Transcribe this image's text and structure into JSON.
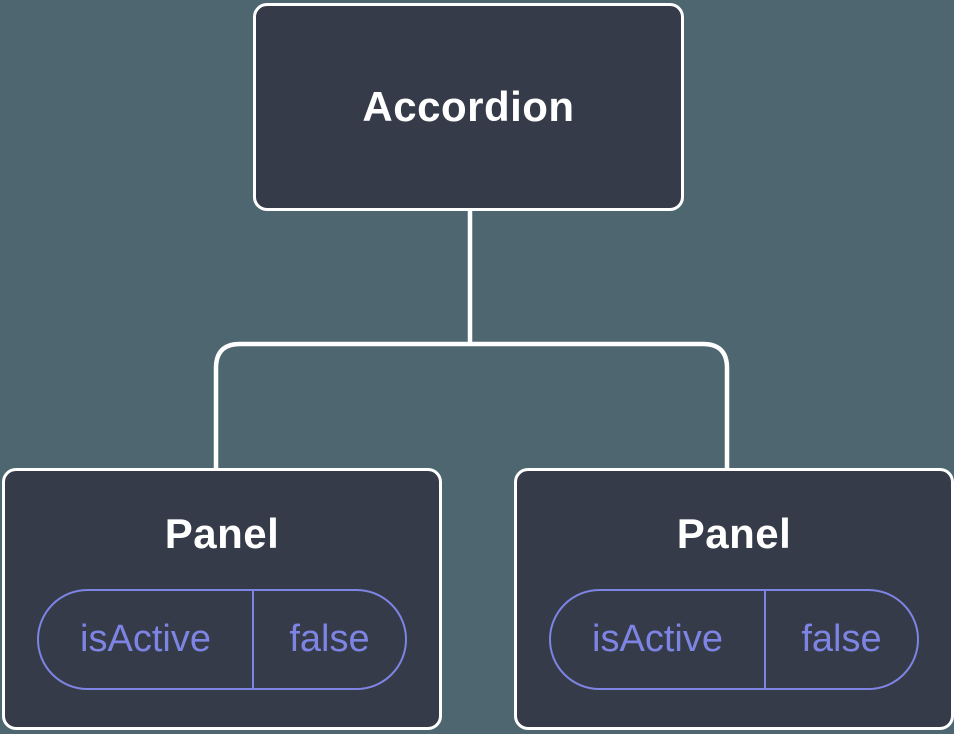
{
  "tree": {
    "root": {
      "label": "Accordion"
    },
    "children": [
      {
        "label": "Panel",
        "state": {
          "key": "isActive",
          "value": "false"
        }
      },
      {
        "label": "Panel",
        "state": {
          "key": "isActive",
          "value": "false"
        }
      }
    ]
  },
  "colors": {
    "background": "#4d6670",
    "node_fill": "#353b48",
    "node_border": "#ffffff",
    "connector": "#ffffff",
    "state_accent": "#7d84e3",
    "title_text": "#ffffff"
  }
}
